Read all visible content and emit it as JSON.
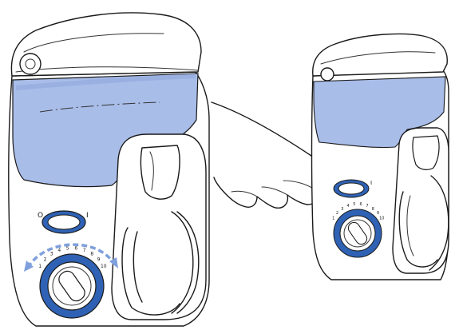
{
  "colors": {
    "reservoir": "#a9bde9",
    "reservoir_dark": "#8fa6dc",
    "dial_ring": "#2f62b4",
    "arrow": "#7fa0dc",
    "outline": "#1a1a1a"
  },
  "left_unit": {
    "switch_off_symbol": "O",
    "switch_on_symbol": "I",
    "dial_scale": [
      "1",
      "2",
      "3",
      "4",
      "5",
      "6",
      "7",
      "8",
      "9",
      "10"
    ]
  },
  "right_unit": {
    "switch_on_symbol": "I",
    "dial_scale": [
      "1",
      "2",
      "3",
      "4",
      "5",
      "6",
      "7",
      "8",
      "9",
      "10"
    ]
  },
  "icons": {
    "left_arrow": "double-headed-curved-arrow-icon",
    "hand": "pointing-finger-icon"
  }
}
